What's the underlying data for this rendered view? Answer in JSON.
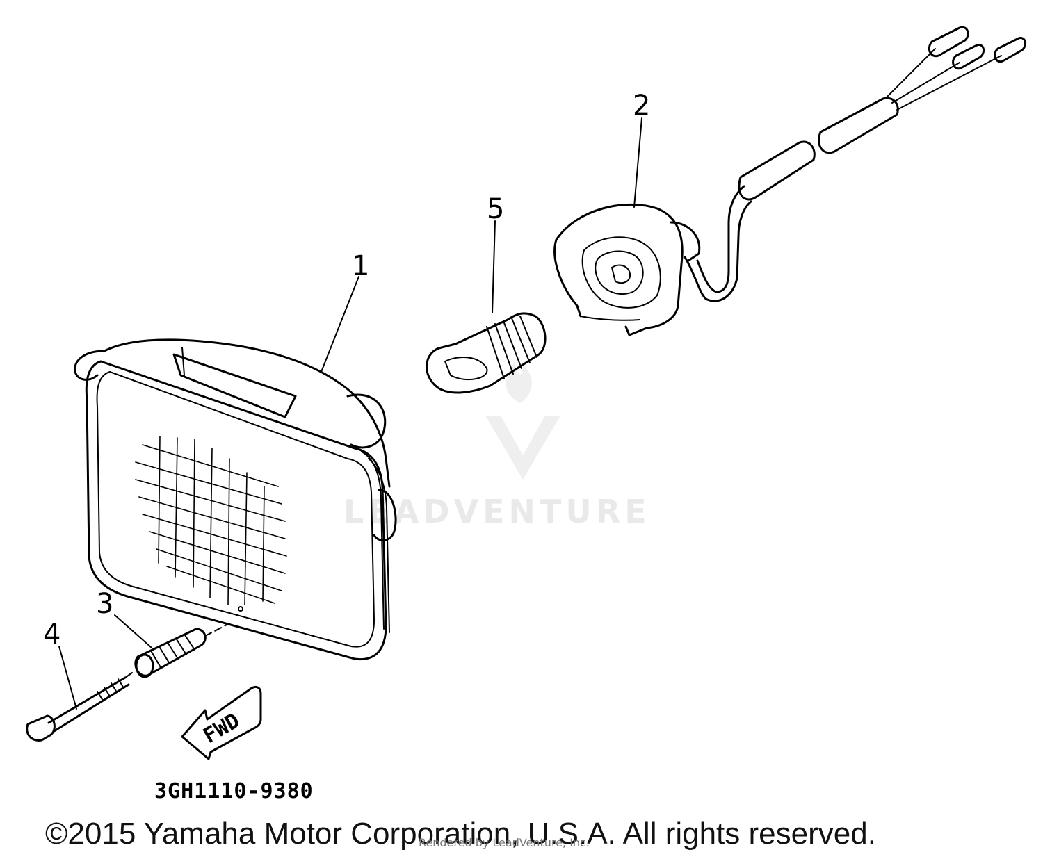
{
  "diagram": {
    "callouts": [
      {
        "id": "1",
        "label": "1"
      },
      {
        "id": "2",
        "label": "2"
      },
      {
        "id": "3",
        "label": "3"
      },
      {
        "id": "4",
        "label": "4"
      },
      {
        "id": "5",
        "label": "5"
      }
    ],
    "fwd_label": "FWD",
    "part_number": "3GH1110-9380",
    "copyright": "©2015 Yamaha Motor Corporation, U.S.A. All rights reserved.",
    "watermark": {
      "brand": "LEADVENTURE",
      "rendered_by": "Rendered by LeadVenture, Inc."
    }
  }
}
